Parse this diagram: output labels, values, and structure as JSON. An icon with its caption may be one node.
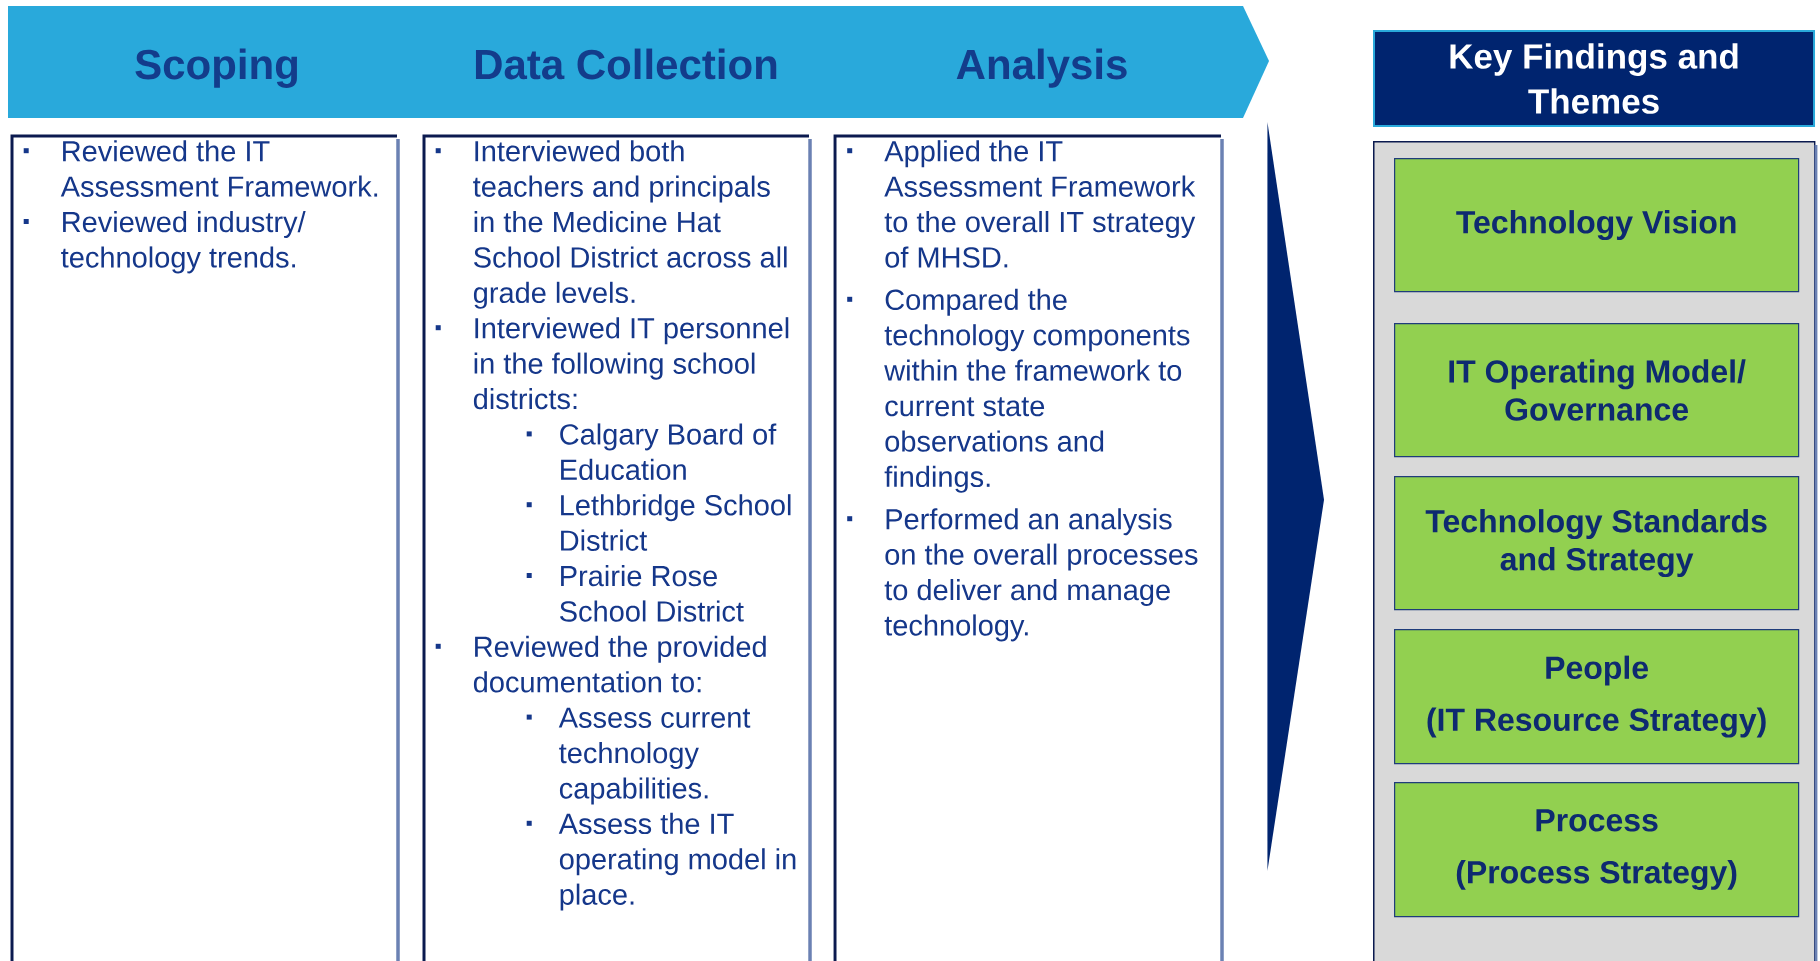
{
  "diagram": {
    "nodes": [
      {
        "text": [
          "Scoping",
          "Data Collection",
          "Analysis"
        ]
      },
      {
        "text": [
          "Reviewed the IT Assessment Framework.",
          "Reviewed industry/ technology trends."
        ]
      },
      {
        "text": [
          "Interviewed both teachers and principals in the Medicine Hat School District across all grade levels.",
          "Interviewed IT personnel in the following school districts:",
          "Calgary Board of Education",
          "Lethbridge School District",
          "Prairie Rose School District",
          "Reviewed the provided documentation to:",
          "Assess current technology capabilities.",
          "Assess the IT operating model in place."
        ]
      },
      {
        "text": [
          "Applied the IT Assessment Framework to the overall IT strategy of MHSD.",
          "Compared the technology components within the framework to current state observations and findings.",
          "Performed an analysis on the overall processes to deliver and manage technology."
        ]
      },
      {
        "text": [
          "Key Findings and Themes"
        ]
      },
      {
        "text": [],
        "shape": "box"
      },
      {
        "text": [
          "Technology Vision"
        ],
        "in": 5
      },
      {
        "text": [
          "IT Operating Model/ Governance"
        ],
        "in": 5
      },
      {
        "text": [
          "Technology Standards and Strategy"
        ],
        "in": 5
      },
      {
        "text": [
          "People",
          "(IT Resource Strategy)"
        ],
        "in": 5
      },
      {
        "text": [
          "Process",
          "(Process Strategy)"
        ],
        "in": 5
      }
    ],
    "edges": [
      {
        "from": 3,
        "to": 5,
        "arrow": "to"
      }
    ]
  }
}
